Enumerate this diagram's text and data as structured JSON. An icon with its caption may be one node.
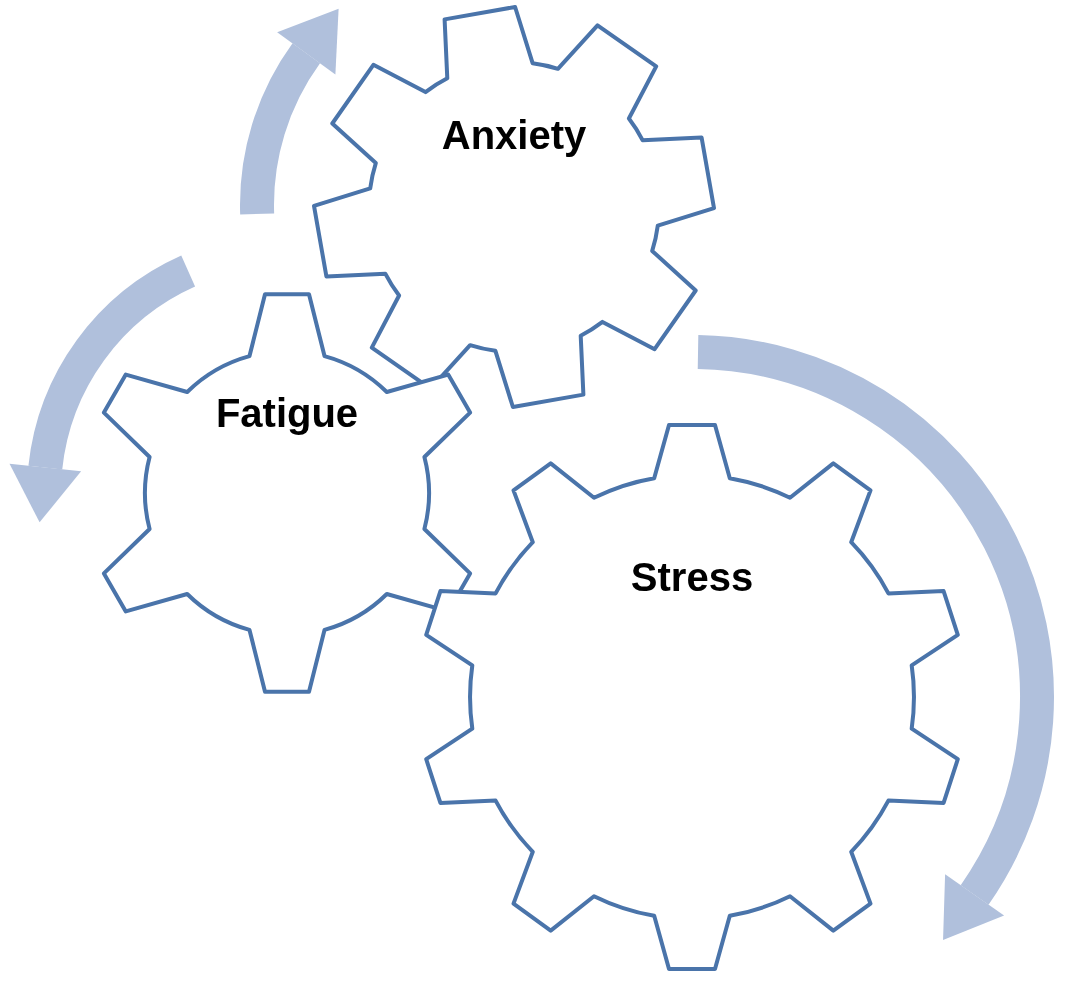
{
  "diagram": {
    "nodes": [
      {
        "text": [
          "Anxiety"
        ]
      },
      {
        "text": [
          "Fatigue"
        ]
      },
      {
        "text": [
          "Stress"
        ]
      }
    ]
  }
}
